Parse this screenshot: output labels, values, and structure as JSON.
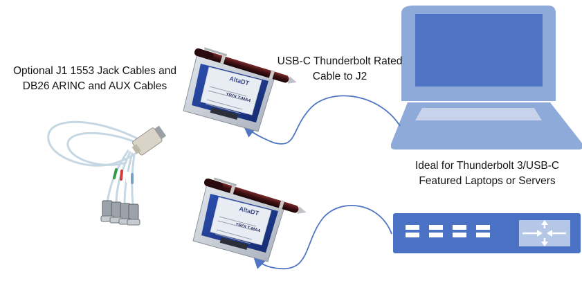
{
  "labels": {
    "cables_line1": "Optional J1 1553 Jack Cables and",
    "cables_line2": "DB26 ARINC and AUX Cables",
    "usb_line1": "USB-C Thunderbolt Rated",
    "usb_line2": "Cable to J2",
    "ideal_line1": "Ideal for Thunderbolt 3/USB-C",
    "ideal_line2": "Featured Laptops or Servers"
  },
  "device_labels": {
    "brand": "AltaDT",
    "model": "TBOLT-MA4"
  },
  "colors": {
    "laptop_frame": "#8eaad8",
    "laptop_screen": "#4f74c4",
    "laptop_keyboard": "#c7d3eb",
    "server_body": "#4a71c4",
    "server_panel": "#b4c7e7",
    "cable": "#4f74c4",
    "device_blue": "#1f3a8f",
    "device_plate": "#c8cdd6"
  },
  "icons": {
    "laptop": "laptop-icon",
    "server": "server-icon",
    "cable_harness": "cable-harness",
    "device": "tbolt-device",
    "pen": "pen"
  }
}
